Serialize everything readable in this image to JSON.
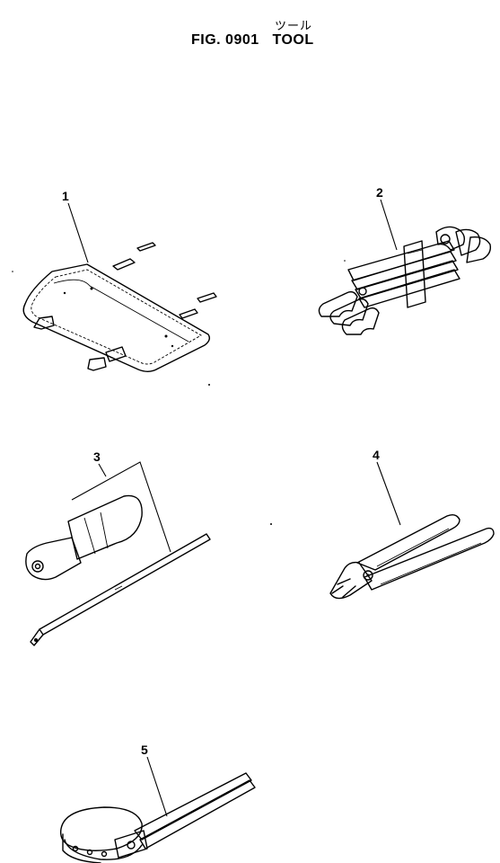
{
  "header": {
    "title_jp": "ツール",
    "figure_number": "FIG. 0901",
    "title": "TOOL"
  },
  "callouts": [
    {
      "id": "1"
    },
    {
      "id": "2"
    },
    {
      "id": "3"
    },
    {
      "id": "4"
    },
    {
      "id": "5"
    }
  ]
}
